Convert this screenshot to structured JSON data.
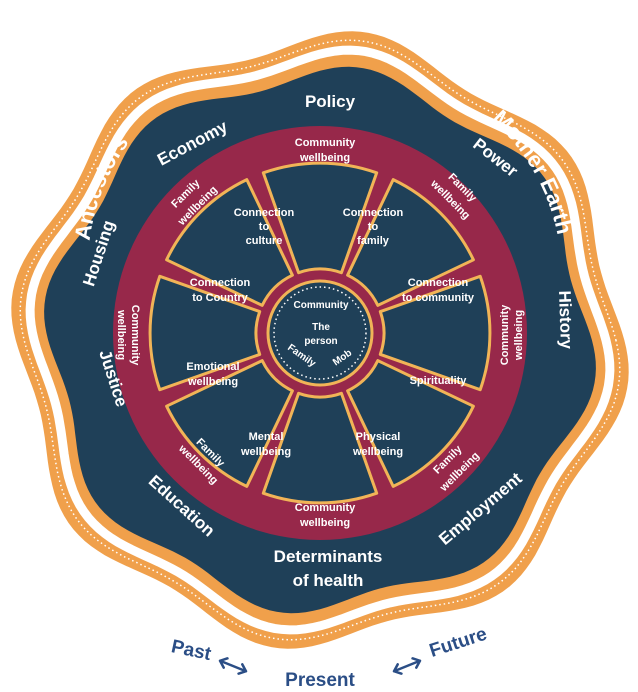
{
  "colors": {
    "orange": "#f0a04b",
    "navy": "#1f4058",
    "maroon": "#97284a",
    "gold": "#f1b457",
    "blue_text": "#2b4e86",
    "white": "#ffffff"
  },
  "outer_ring": {
    "left": "Ancestors",
    "right": "Mother Earth"
  },
  "determinants": {
    "policy": "Policy",
    "power": "Power",
    "history": "History",
    "employment": "Employment",
    "determinants_line1": "Determinants",
    "determinants_line2": "of health",
    "education": "Education",
    "justice": "Justice",
    "housing": "Housing",
    "economy": "Economy"
  },
  "wellbeing_ring": {
    "top_l1": "Community",
    "top_l2": "wellbeing",
    "bottom_l1": "Community",
    "bottom_l2": "wellbeing",
    "left_l1": "Community",
    "left_l2": "wellbeing",
    "right_l1": "Community",
    "right_l2": "wellbeing",
    "ul_l1": "Family",
    "ul_l2": "wellbeing",
    "ur_l1": "Family",
    "ur_l2": "wellbeing",
    "ll_l1": "Family",
    "ll_l2": "wellbeing",
    "lr_l1": "Family",
    "lr_l2": "wellbeing"
  },
  "segments": {
    "culture": [
      "Connection",
      "to",
      "culture"
    ],
    "family": [
      "Connection",
      "to",
      "family"
    ],
    "community": [
      "Connection",
      "to community"
    ],
    "spirituality": [
      "Spirituality"
    ],
    "physical": [
      "Physical",
      "wellbeing"
    ],
    "mental": [
      "Mental",
      "wellbeing"
    ],
    "emotional": [
      "Emotional",
      "wellbeing"
    ],
    "country": [
      "Connection",
      "to Country"
    ]
  },
  "core": {
    "community": "Community",
    "person_l1": "The",
    "person_l2": "person",
    "family": "Family",
    "mob": "Mob"
  },
  "timeline": {
    "past": "Past",
    "present": "Present",
    "future": "Future",
    "arrow_icon": "double-arrow"
  }
}
